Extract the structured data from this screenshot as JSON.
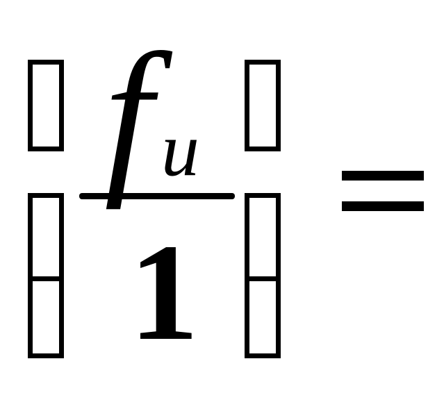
{
  "formula": {
    "numerator_base": "f",
    "numerator_subscript": "u",
    "denominator": "1",
    "equals": "="
  },
  "colors": {
    "ink": "#000000",
    "background": "#ffffff"
  },
  "notes_icons": {
    "left_top": "missing-glyph-icon",
    "left_bottom": "missing-glyph-icon",
    "right_top": "missing-glyph-icon",
    "right_bottom": "missing-glyph-icon"
  }
}
